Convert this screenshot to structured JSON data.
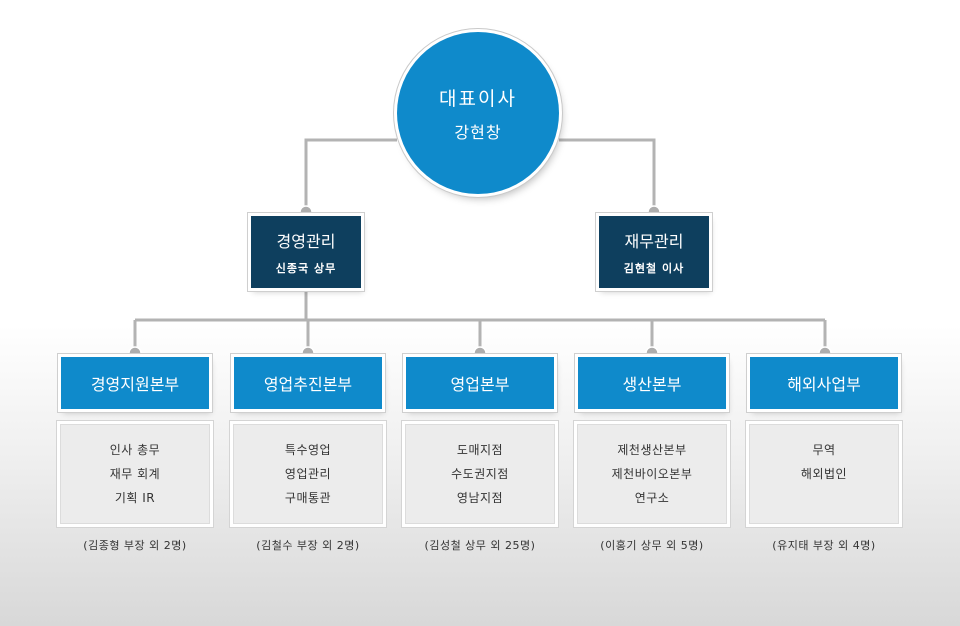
{
  "ceo": {
    "title": "대표이사",
    "person": "강현창"
  },
  "managers": [
    {
      "title": "경영관리",
      "person": "신종국 상무"
    },
    {
      "title": "재무관리",
      "person": "김현철 이사"
    }
  ],
  "divisions": [
    {
      "title": "경영지원본부",
      "items": [
        "인사 총무",
        "재무 회계",
        "기획 IR"
      ],
      "staff": "(김종형 부장 외 2명)"
    },
    {
      "title": "영업추진본부",
      "items": [
        "특수영업",
        "영업관리",
        "구매통관"
      ],
      "staff": "(김철수 부장 외 2명)"
    },
    {
      "title": "영업본부",
      "items": [
        "도매지점",
        "수도권지점",
        "영남지점"
      ],
      "staff": "(김성철 상무 외 25명)"
    },
    {
      "title": "생산본부",
      "items": [
        "제천생산본부",
        "제천바이오본부",
        "연구소"
      ],
      "staff": "(이홍기 상무 외 5명)"
    },
    {
      "title": "해외사업부",
      "items": [
        "무역",
        "해외법인"
      ],
      "staff": "(유지태 부장 외 4명)"
    }
  ],
  "colors": {
    "primary": "#0f8acb",
    "dark": "#0e3f5e",
    "connector": "#b3b3b3"
  }
}
